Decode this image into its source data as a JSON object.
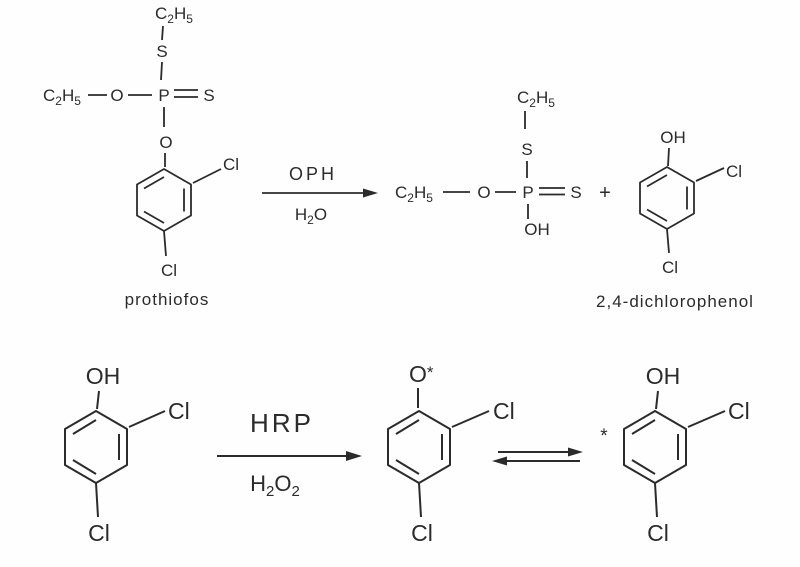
{
  "ink_color": "#2b2b2b",
  "atoms": {
    "C": "C",
    "H": "H",
    "O": "O",
    "P": "P",
    "S": "S",
    "Cl": "Cl",
    "OH": "OH",
    "sub2": "2",
    "sub5": "5"
  },
  "symbols": {
    "plus": "+",
    "radical_star": "*"
  },
  "reaction1": {
    "substrate_name": "prothiofos",
    "enzyme": "OPH",
    "product_name": "2,4-dichlorophenol"
  },
  "reaction2": {
    "enzyme": "HRP"
  }
}
